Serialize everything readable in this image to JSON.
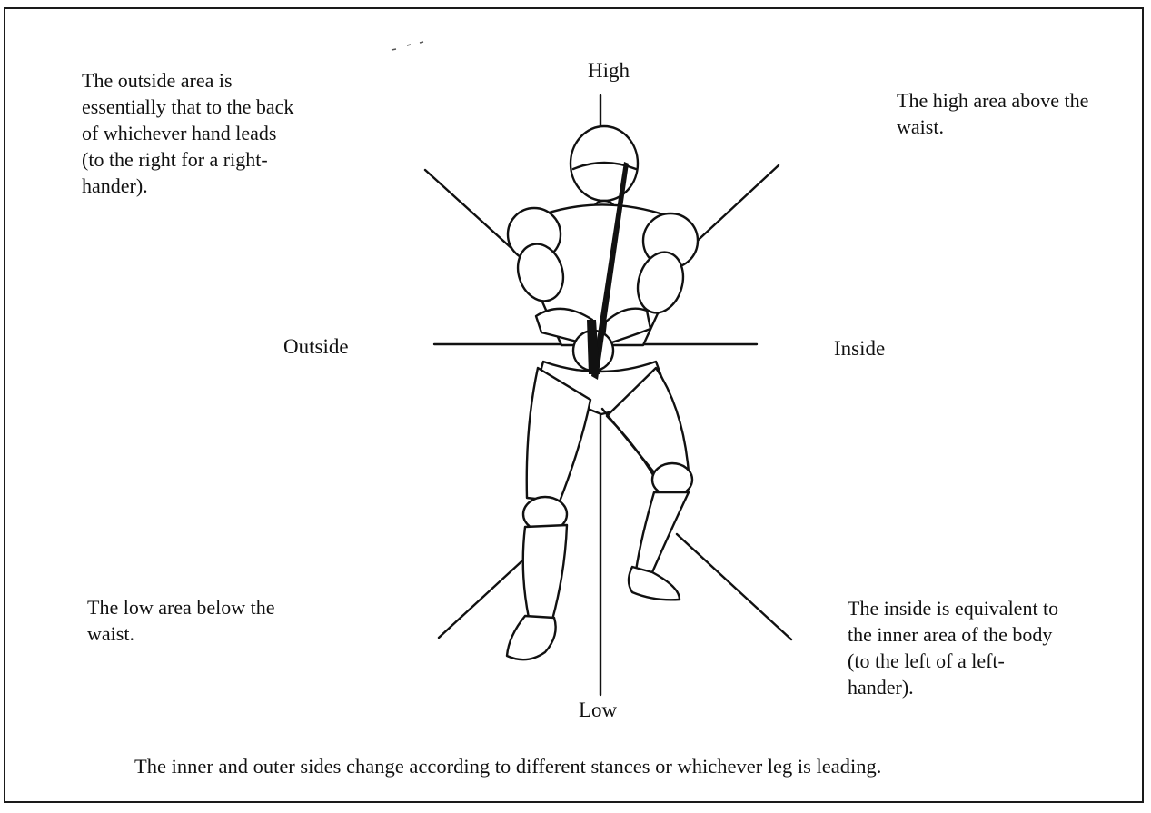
{
  "direction_labels": {
    "high": "High",
    "low": "Low",
    "outside": "Outside",
    "inside": "Inside"
  },
  "notes": {
    "outside_area": [
      "The outside area is",
      "essentially that to the back",
      "of whichever hand leads",
      "(to the right for a right-",
      "hander)."
    ],
    "high_area": [
      "The high area above the",
      "waist."
    ],
    "low_area": [
      "The low area below the",
      "waist."
    ],
    "inside_area": [
      "The inside is equivalent to",
      "the inner area of the body",
      "(to the left of a left-",
      "hander)."
    ]
  },
  "caption": "The inner and outer sides change according to different stances or whichever leg is leading."
}
